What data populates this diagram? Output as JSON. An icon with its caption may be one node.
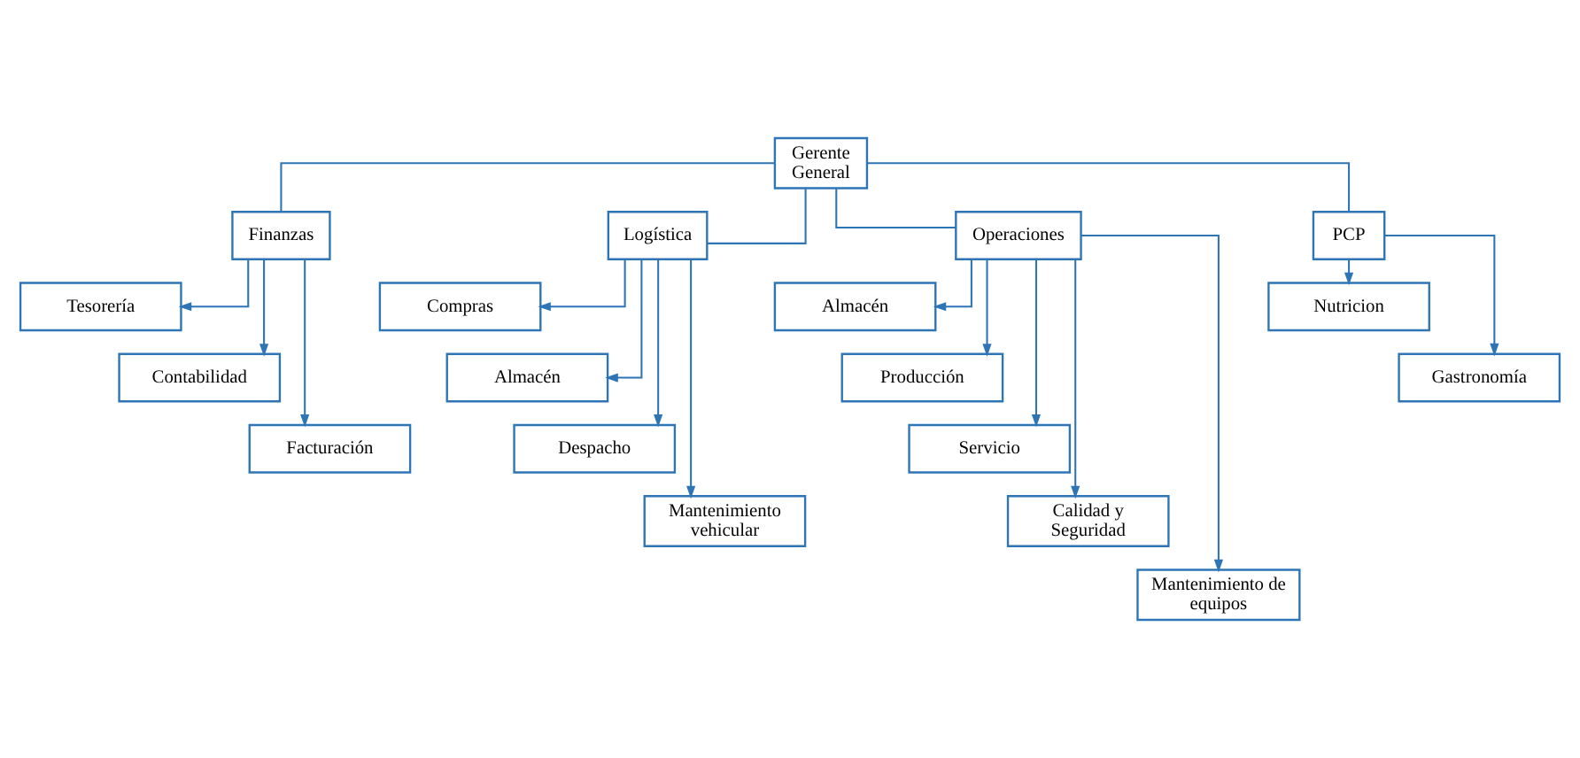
{
  "diagram": {
    "nodes": [
      {
        "text": [
          "Gerente General"
        ]
      },
      {
        "text": [
          "Finanzas"
        ]
      },
      {
        "text": [
          "Logística"
        ]
      },
      {
        "text": [
          "Operaciones"
        ]
      },
      {
        "text": [
          "PCP"
        ]
      },
      {
        "text": [
          "Tesorería"
        ]
      },
      {
        "text": [
          "Contabilidad"
        ]
      },
      {
        "text": [
          "Facturación"
        ]
      },
      {
        "text": [
          "Compras"
        ]
      },
      {
        "text": [
          "Almacén"
        ]
      },
      {
        "text": [
          "Despacho"
        ]
      },
      {
        "text": [
          "Mantenimiento vehicular"
        ]
      },
      {
        "text": [
          "Almacén"
        ]
      },
      {
        "text": [
          "Producción"
        ]
      },
      {
        "text": [
          "Servicio"
        ]
      },
      {
        "text": [
          "Calidad y Seguridad"
        ]
      },
      {
        "text": [
          "Mantenimiento de equipos"
        ]
      },
      {
        "text": [
          "Nutricion"
        ]
      },
      {
        "text": [
          "Gastronomía"
        ]
      }
    ],
    "edges": [
      {
        "from": 0,
        "to": 1,
        "arrow": "none"
      },
      {
        "from": 0,
        "to": 2,
        "arrow": "none"
      },
      {
        "from": 0,
        "to": 3,
        "arrow": "none"
      },
      {
        "from": 0,
        "to": 4,
        "arrow": "none"
      },
      {
        "from": 1,
        "to": 5,
        "arrow": "to"
      },
      {
        "from": 1,
        "to": 6,
        "arrow": "to"
      },
      {
        "from": 1,
        "to": 7,
        "arrow": "to"
      },
      {
        "from": 2,
        "to": 8,
        "arrow": "to"
      },
      {
        "from": 2,
        "to": 9,
        "arrow": "to"
      },
      {
        "from": 2,
        "to": 10,
        "arrow": "to"
      },
      {
        "from": 2,
        "to": 11,
        "arrow": "to"
      },
      {
        "from": 3,
        "to": 12,
        "arrow": "to"
      },
      {
        "from": 3,
        "to": 13,
        "arrow": "to"
      },
      {
        "from": 3,
        "to": 14,
        "arrow": "to"
      },
      {
        "from": 3,
        "to": 15,
        "arrow": "to"
      },
      {
        "from": 3,
        "to": 16,
        "arrow": "to"
      },
      {
        "from": 4,
        "to": 17,
        "arrow": "to"
      },
      {
        "from": 4,
        "to": 18,
        "arrow": "to"
      }
    ]
  }
}
